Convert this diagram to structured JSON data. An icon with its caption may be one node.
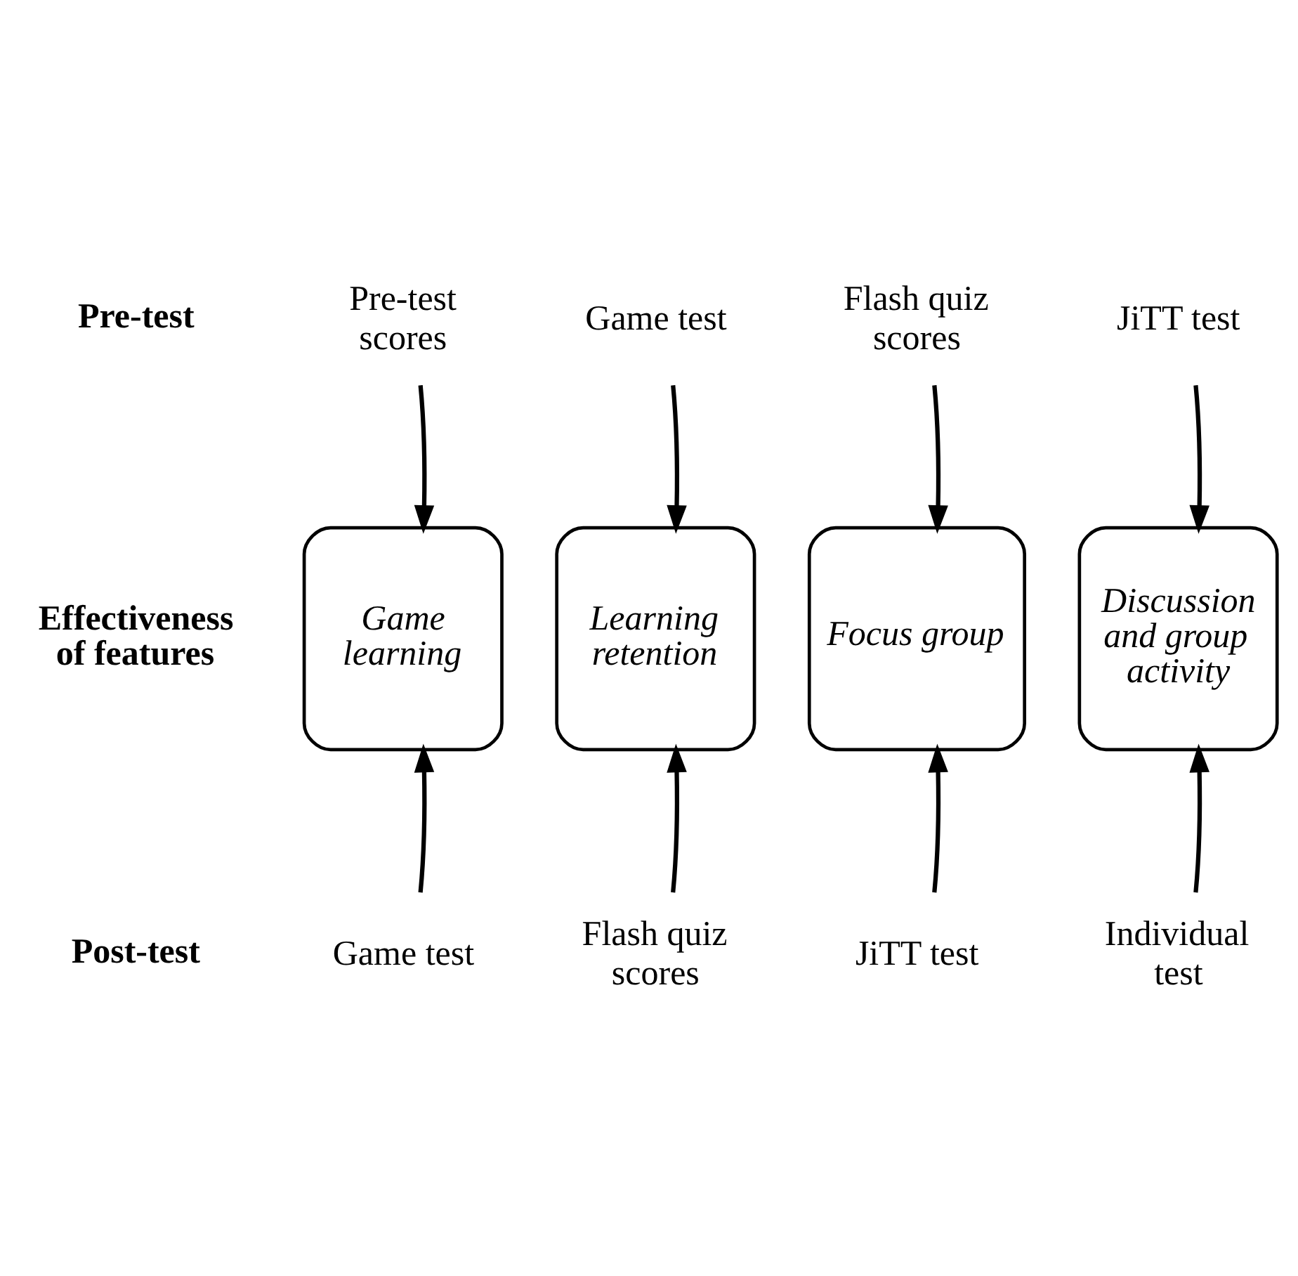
{
  "diagram": {
    "nodes": [
      {
        "text": [
          "Pre-test scores"
        ]
      },
      {
        "text": [
          "Game test"
        ]
      },
      {
        "text": [
          "Flash quiz scores"
        ]
      },
      {
        "text": [
          "JiTT test"
        ]
      },
      {
        "text": [
          "Game learning"
        ]
      },
      {
        "text": [
          "Learning retention"
        ]
      },
      {
        "text": [
          "Focus group"
        ]
      },
      {
        "text": [
          "Discussion and group activity"
        ]
      },
      {
        "text": [
          "Game test"
        ]
      },
      {
        "text": [
          "Flash quiz scores"
        ]
      },
      {
        "text": [
          "JiTT test"
        ]
      },
      {
        "text": [
          "Individual test"
        ]
      }
    ],
    "edges": [
      {
        "from": 0,
        "to": 4,
        "arrow": "to"
      },
      {
        "from": 1,
        "to": 5,
        "arrow": "to"
      },
      {
        "from": 2,
        "to": 6,
        "arrow": "to"
      },
      {
        "from": 3,
        "to": 7,
        "arrow": "to"
      },
      {
        "from": 8,
        "to": 4,
        "arrow": "to"
      },
      {
        "from": 9,
        "to": 5,
        "arrow": "to"
      },
      {
        "from": 10,
        "to": 6,
        "arrow": "to"
      },
      {
        "from": 11,
        "to": 7,
        "arrow": "to"
      }
    ],
    "labels": [
      "Pre-test",
      "Effectiveness of features",
      "Post-test"
    ]
  }
}
